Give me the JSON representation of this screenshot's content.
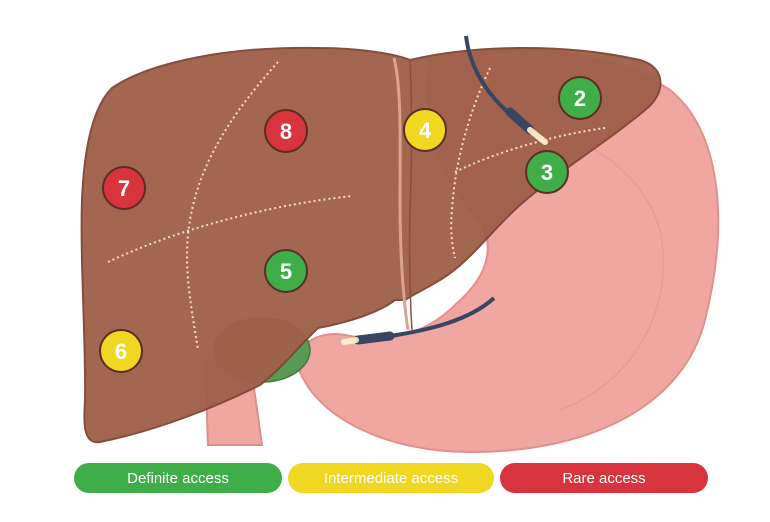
{
  "colors": {
    "definite": "#3fae49",
    "intermediate": "#f0d722",
    "rare": "#d8343e",
    "liver": "#a0604a",
    "stomach": "#f0a7a2",
    "gallbladder": "#5a9a55",
    "scope": "#3a4560"
  },
  "segments": [
    {
      "id": "2",
      "label": "2",
      "access": "definite"
    },
    {
      "id": "3",
      "label": "3",
      "access": "definite"
    },
    {
      "id": "4",
      "label": "4",
      "access": "intermediate"
    },
    {
      "id": "5",
      "label": "5",
      "access": "definite"
    },
    {
      "id": "6",
      "label": "6",
      "access": "intermediate"
    },
    {
      "id": "7",
      "label": "7",
      "access": "rare"
    },
    {
      "id": "8",
      "label": "8",
      "access": "rare"
    }
  ],
  "legend": {
    "definite": "Definite access",
    "intermediate": "Intermediate access",
    "rare": "Rare access"
  }
}
